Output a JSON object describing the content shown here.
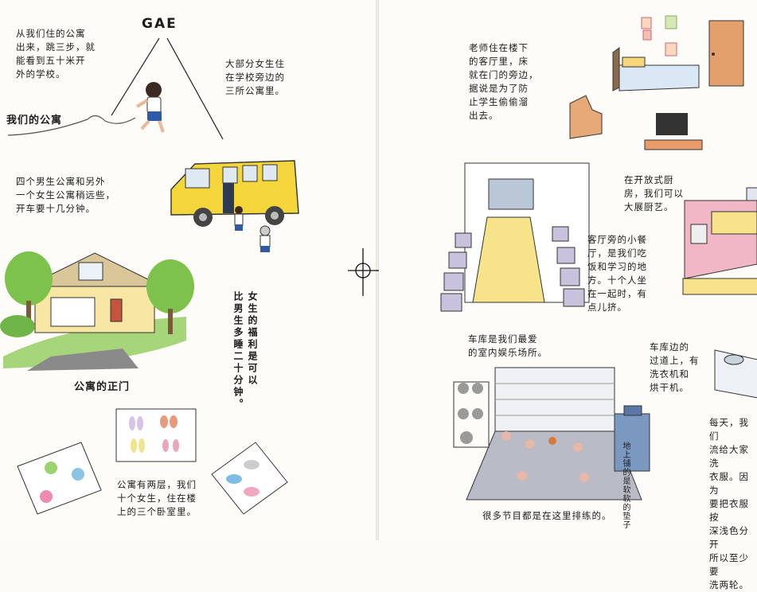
{
  "left_page": {
    "gae_label": "GAE",
    "apartment_intro": "从我们住的公寓\n出来，跳三步，就\n能看到五十米开\n外的学校。",
    "girls_apartment": "大部分女生住\n在学校旁边的\n三所公寓里。",
    "our_apartment_label": "我们的公寓",
    "boys_transport": "四个男生公寓和另外\n一个女生公寓稍远些，\n开车要十几分钟。",
    "front_door_label": "公寓的正门",
    "girls_benefit": "女生的福利是可以\n比男生多睡二十分钟。",
    "rooms_note": "公寓有两层，我们\n十个女生，住在楼\n上的三个卧室里。"
  },
  "right_page": {
    "teacher_room": "老师住在楼下\n的客厅里，床\n就在门的旁边，\n据说是为了防\n止学生偷偷溜\n出去。",
    "open_kitchen": "在开放式厨\n房，我们可以\n大展厨艺。",
    "dining_room": "客厅旁的小餐\n厅，是我们吃\n饭和学习的地\n方。十个人坐\n在一起时，有\n点儿挤。",
    "garage_favorite": "车库是我们最爱\n的室内娱乐场所。",
    "laundry": "车库边的\n过道上，有\n洗衣机和\n烘干机。",
    "daily_wash": "每天，我们\n流给大家洗\n衣服。因为\n要把衣服按\n深浅色分开\n所以至少要\n洗两轮。",
    "mat_label": "地上铺的是软软的垫子",
    "rehearsal": "很多节目都是在这里排练的。"
  },
  "colors": {
    "paper": "#fdfcf8",
    "bus_yellow": "#f5d63a",
    "tree_green": "#7cc24b",
    "floor_gray": "#b9bcc6",
    "kitchen_pink": "#f2b7c4",
    "table_yellow": "#f7e48a"
  },
  "icons": [
    "crosshair-icon",
    "school-bus-illustration",
    "house-illustration",
    "bed-illustration"
  ]
}
